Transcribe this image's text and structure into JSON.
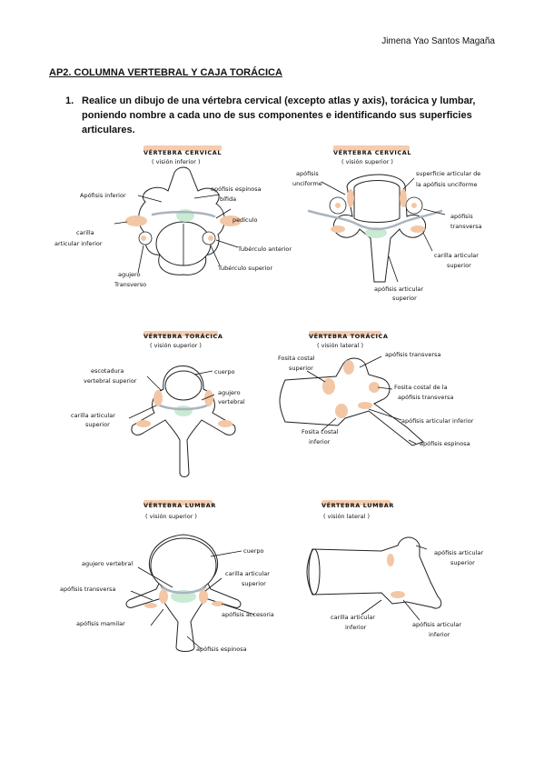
{
  "author": "Jimena Yao Santos Magaña",
  "heading": "AP2. COLUMNA VERTEBRAL Y CAJA TORÁCICA",
  "question": {
    "number": "1.",
    "text": "Realice un dibujo de una vértebra cervical (excepto atlas y axis), torácica y lumbar, poniendo nombre a cada uno de sus componentes e identificando sus superficies articulares."
  },
  "drawings": {
    "cervical_superior": {
      "title": "VÉRTEBRA CERVICAL",
      "subtitle": "( visión inferior )",
      "labels": {
        "apofisis_inferior": "Apófisis inferior",
        "apofisis_espinosa": "apófisis espinosa",
        "bifida": "bífida",
        "carilla": "carilla",
        "articular_inferior": "articular inferior",
        "pediculo": "pedículo",
        "tuberculo_anterior": "Tubérculo anterior",
        "agujero": "agujero",
        "transverso": "Transverso",
        "tuberculo_superior": "Tubérculo superior"
      }
    },
    "cervical_lateral": {
      "title": "VÉRTEBRA CERVICAL",
      "subtitle": "( visión superior )",
      "labels": {
        "apofisis": "apófisis",
        "unciforme": "unciforme",
        "superficie_1": "superficie articular de",
        "superficie_2": "la apófisis unciforme",
        "apofisis_transversa_1": "apófisis",
        "apofisis_transversa_2": "transversa",
        "carilla_1": "carilla articular",
        "carilla_2": "superior",
        "apofisis_articular_1": "apófisis articular",
        "apofisis_articular_2": "superior"
      }
    },
    "toracica_superior": {
      "title": "VÉRTEBRA TORÁCICA",
      "subtitle": "( visión superior )",
      "labels": {
        "escotadura_1": "escotadura",
        "escotadura_2": "vertebral superior",
        "cuerpo": "cuerpo",
        "agujero_1": "agujero",
        "agujero_2": "vertebral",
        "carilla_1": "carilla articular",
        "carilla_2": "superior"
      }
    },
    "toracica_lateral": {
      "title": "VÉRTEBRA TORÁCICA",
      "subtitle": "( visión lateral )",
      "labels": {
        "fosita_sup_1": "Fosita costal",
        "fosita_sup_2": "superior",
        "apofisis_transversa": "apófisis transversa",
        "fosita_transversa_1": "Fosita costal de la",
        "fosita_transversa_2": "apófisis transversa",
        "apofisis_articular_inferior": "apófisis articular inferior",
        "fosita_inf_1": "Fosita costal",
        "fosita_inf_2": "inferior",
        "apofisis_espinosa": "apófisis espinosa"
      }
    },
    "lumbar_superior": {
      "title": "VÉRTEBRA LUMBAR",
      "subtitle": "( visión superior )",
      "labels": {
        "agujero_vertebral": "agujero vertebral",
        "cuerpo": "cuerpo",
        "apofisis_transversa": "apófisis transversa",
        "carilla_1": "carilla articular",
        "carilla_2": "superior",
        "apofisis_accesoria": "apófisis accesoria",
        "apofisis_mamilar": "apófisis mamilar",
        "apofisis_espinosa": "apófisis espinosa"
      }
    },
    "lumbar_lateral": {
      "title": "VÉRTEBRA LUMBAR",
      "subtitle": "( visión lateral )",
      "labels": {
        "apofisis_articular_sup_1": "apófisis articular",
        "apofisis_articular_sup_2": "superior",
        "carilla_1": "carilla articular",
        "carilla_2": "inferior",
        "apofisis_articular_inf_1": "apófisis articular",
        "apofisis_articular_inf_2": "inferior"
      }
    }
  },
  "colors": {
    "articular": "#f3c7a6",
    "cartilage": "#c9ead3",
    "nerve": "#aab3bd"
  }
}
